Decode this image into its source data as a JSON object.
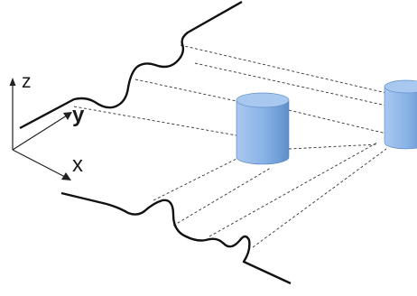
{
  "axes": {
    "z_label": "z",
    "y_label": "y",
    "x_label": "x"
  },
  "cylinders": [
    {
      "name": "cylinder-near",
      "fill": "#86b1e6",
      "top_fill": "#a8c8f0",
      "side_shade": "#5f8ec8"
    },
    {
      "name": "cylinder-far",
      "fill": "#86b1e6",
      "top_fill": "#a8c8f0",
      "side_shade": "#5f8ec8"
    }
  ],
  "colors": {
    "profile_line": "#111111",
    "dashed_line": "#333333",
    "axis_line": "#222222"
  }
}
